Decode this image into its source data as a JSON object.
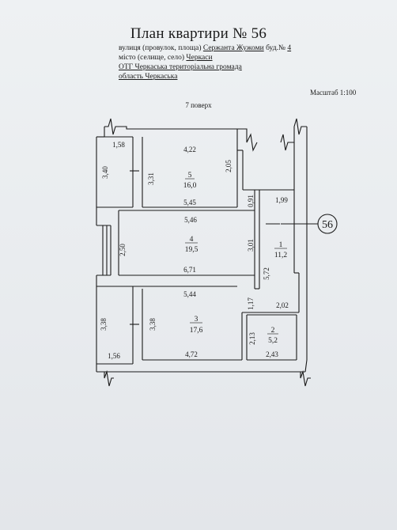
{
  "title": "План квартири № 56",
  "address": [
    {
      "prefix": "вулиця (провулок, площа) ",
      "value": "Сержанта Жужоми",
      "middle": " буд.№ ",
      "value2": "4"
    },
    {
      "prefix": "місто (селище, село) ",
      "value": "Черкаси"
    },
    {
      "prefix": "",
      "value": "ОТГ Черкаська територіальна громада"
    },
    {
      "prefix": "",
      "value": "область Черкаська"
    }
  ],
  "scale": "Масштаб 1:100",
  "floor": "7 поверх",
  "apartment_marker": "56",
  "rooms": [
    {
      "number": "5",
      "area": "16,0"
    },
    {
      "number": "4",
      "area": "19,5"
    },
    {
      "number": "1",
      "area": "11,2"
    },
    {
      "number": "3",
      "area": "17,6"
    },
    {
      "number": "2",
      "area": "5,2"
    }
  ],
  "dimensions": {
    "d158": "1,58",
    "d422": "4,22",
    "d340": "3,40",
    "d331": "3,31",
    "d205": "2,05",
    "d199": "1,99",
    "d091": "0,91",
    "d545": "5,45",
    "d546": "5,46",
    "d250": "2,50",
    "d301": "3,01",
    "d671": "6,71",
    "d572": "5,72",
    "d544": "5,44",
    "d117": "1,17",
    "d202": "2,02",
    "d338a": "3,38",
    "d338b": "3,38",
    "d213": "2,13",
    "d156": "1,56",
    "d472": "4,72",
    "d243": "2,43"
  }
}
